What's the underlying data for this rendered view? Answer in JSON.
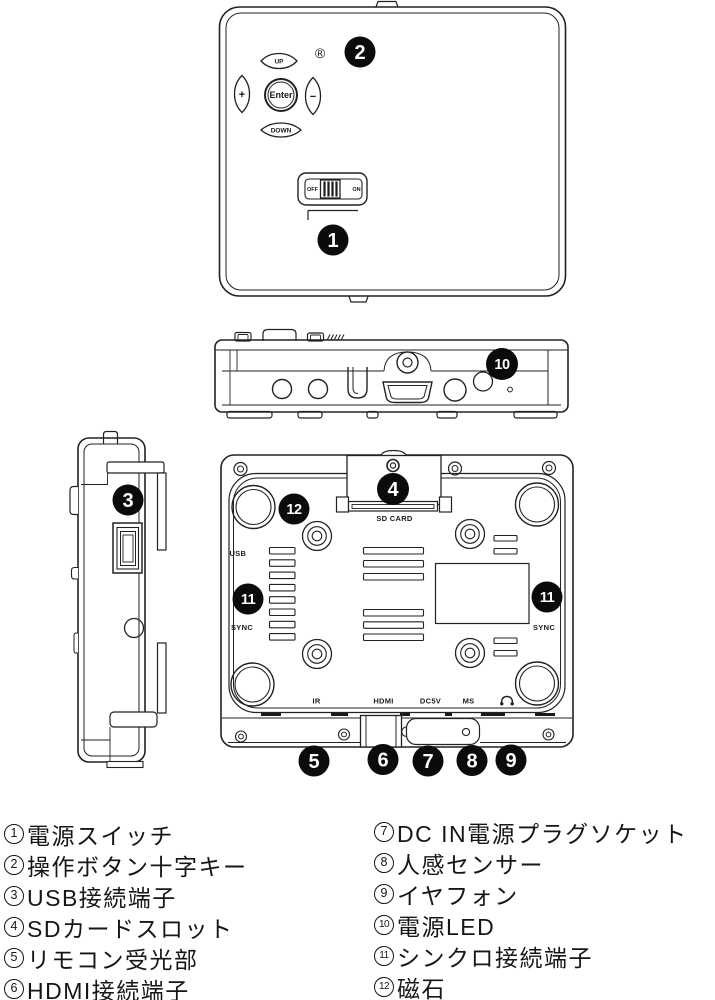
{
  "views": {
    "top": {
      "reg_mark": "®",
      "buttons": {
        "up": "UP",
        "down": "DOWN",
        "enter": "Enter",
        "left": "+",
        "right": "−"
      },
      "power_switch": {
        "off": "OFF",
        "on": "ON"
      }
    },
    "bottom": {
      "sd_card_label": "SD CARD",
      "usb_label": "USB",
      "sync_label": "SYNC",
      "ir_label": "IR",
      "hdmi_label": "HDMI",
      "dc5v_label": "DC5V",
      "ms_label": "MS"
    }
  },
  "callouts": {
    "c1": "1",
    "c2": "2",
    "c3": "3",
    "c4": "4",
    "c5": "5",
    "c6": "6",
    "c7": "7",
    "c8": "8",
    "c9": "9",
    "c10": "10",
    "c11": "11",
    "c12": "12"
  },
  "legend": {
    "left": [
      {
        "num": "1",
        "label": "電源スイッチ"
      },
      {
        "num": "2",
        "label": "操作ボタン十字キー"
      },
      {
        "num": "3",
        "label": "USB接続端子"
      },
      {
        "num": "4",
        "label": "SDカードスロット"
      },
      {
        "num": "5",
        "label": "リモコン受光部"
      },
      {
        "num": "6",
        "label": "HDMI接続端子"
      }
    ],
    "right": [
      {
        "num": "7",
        "label": "DC IN電源プラグソケット"
      },
      {
        "num": "8",
        "label": "人感センサー"
      },
      {
        "num": "9",
        "label": "イヤフォン"
      },
      {
        "num": "10",
        "label": "電源LED"
      },
      {
        "num": "11",
        "label": "シンクロ接続端子"
      },
      {
        "num": "12",
        "label": "磁石"
      }
    ]
  }
}
